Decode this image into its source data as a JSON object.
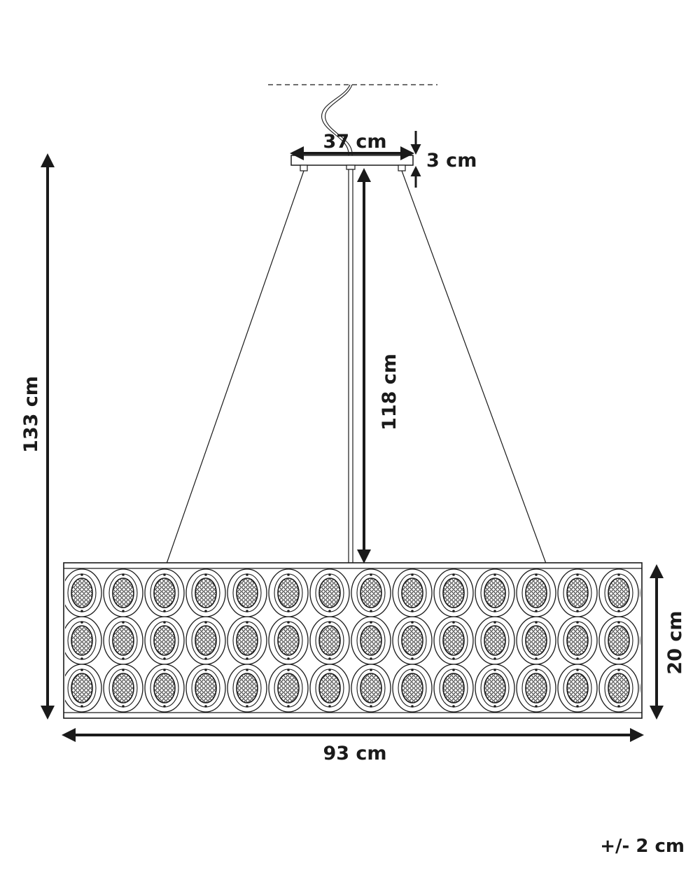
{
  "dimensions": {
    "canopy_width": "37 cm",
    "canopy_height": "3 cm",
    "rod_length": "118 cm",
    "total_height": "133 cm",
    "shade_height": "20 cm",
    "shade_width": "93 cm"
  },
  "tolerance": "+/- 2 cm",
  "pattern": {
    "rows": 3,
    "columns": 14
  },
  "colors": {
    "line": "#1a1a1a",
    "background": "#ffffff"
  }
}
